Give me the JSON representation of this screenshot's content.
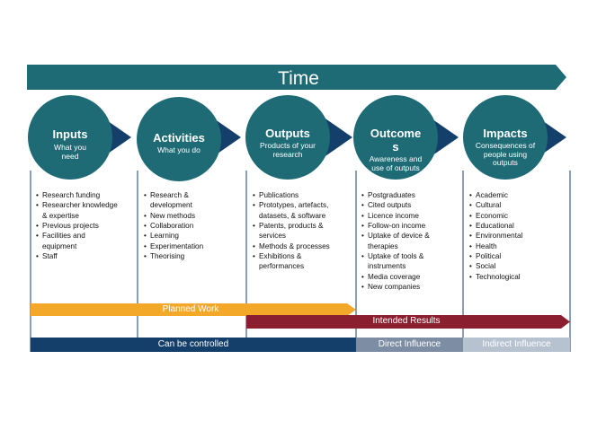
{
  "time": {
    "label": "Time"
  },
  "stages": [
    {
      "title": "Inputs",
      "subtitle": "What you need",
      "items": [
        "Research funding",
        "Researcher knowledge & expertise",
        "Previous projects",
        "Facilities and equipment",
        "Staff"
      ]
    },
    {
      "title": "Activities",
      "subtitle": "What you do",
      "items": [
        "Research & development",
        "New methods",
        "Collaboration",
        "Learning",
        "Experimentation",
        "Theorising"
      ]
    },
    {
      "title": "Outputs",
      "subtitle": "Products of your research",
      "items": [
        "Publications",
        "Prototypes, artefacts, datasets, & software",
        "Patents, products & services",
        "Methods & processes",
        "Exhibitions & performances"
      ]
    },
    {
      "title": "Outcome s",
      "subtitle": "Awareness and use of outputs",
      "items": [
        "Postgraduates",
        "Cited outputs",
        "Licence income",
        "Follow-on income",
        "Uptake of device & therapies",
        "Uptake of tools & instruments",
        "Media coverage",
        "New companies"
      ]
    },
    {
      "title": "Impacts",
      "subtitle": "Consequences of people using outputs",
      "items": [
        "Academic",
        "Cultural",
        "Economic",
        "Educational",
        "Environmental",
        "Health",
        "Political",
        "Social",
        "Technological"
      ]
    }
  ],
  "bars": {
    "planned_work": "Planned Work",
    "intended_results": "Intended Results",
    "can_be_controlled": "Can be controlled",
    "direct_influence": "Direct Influence",
    "indirect_influence": "Indirect Influence"
  },
  "colors": {
    "teal": "#1e6b75",
    "navy": "#143f6b",
    "orange": "#f3a82a",
    "maroon": "#8a1f30",
    "direct": "#7d8da3",
    "indirect": "#b7c2d1"
  }
}
